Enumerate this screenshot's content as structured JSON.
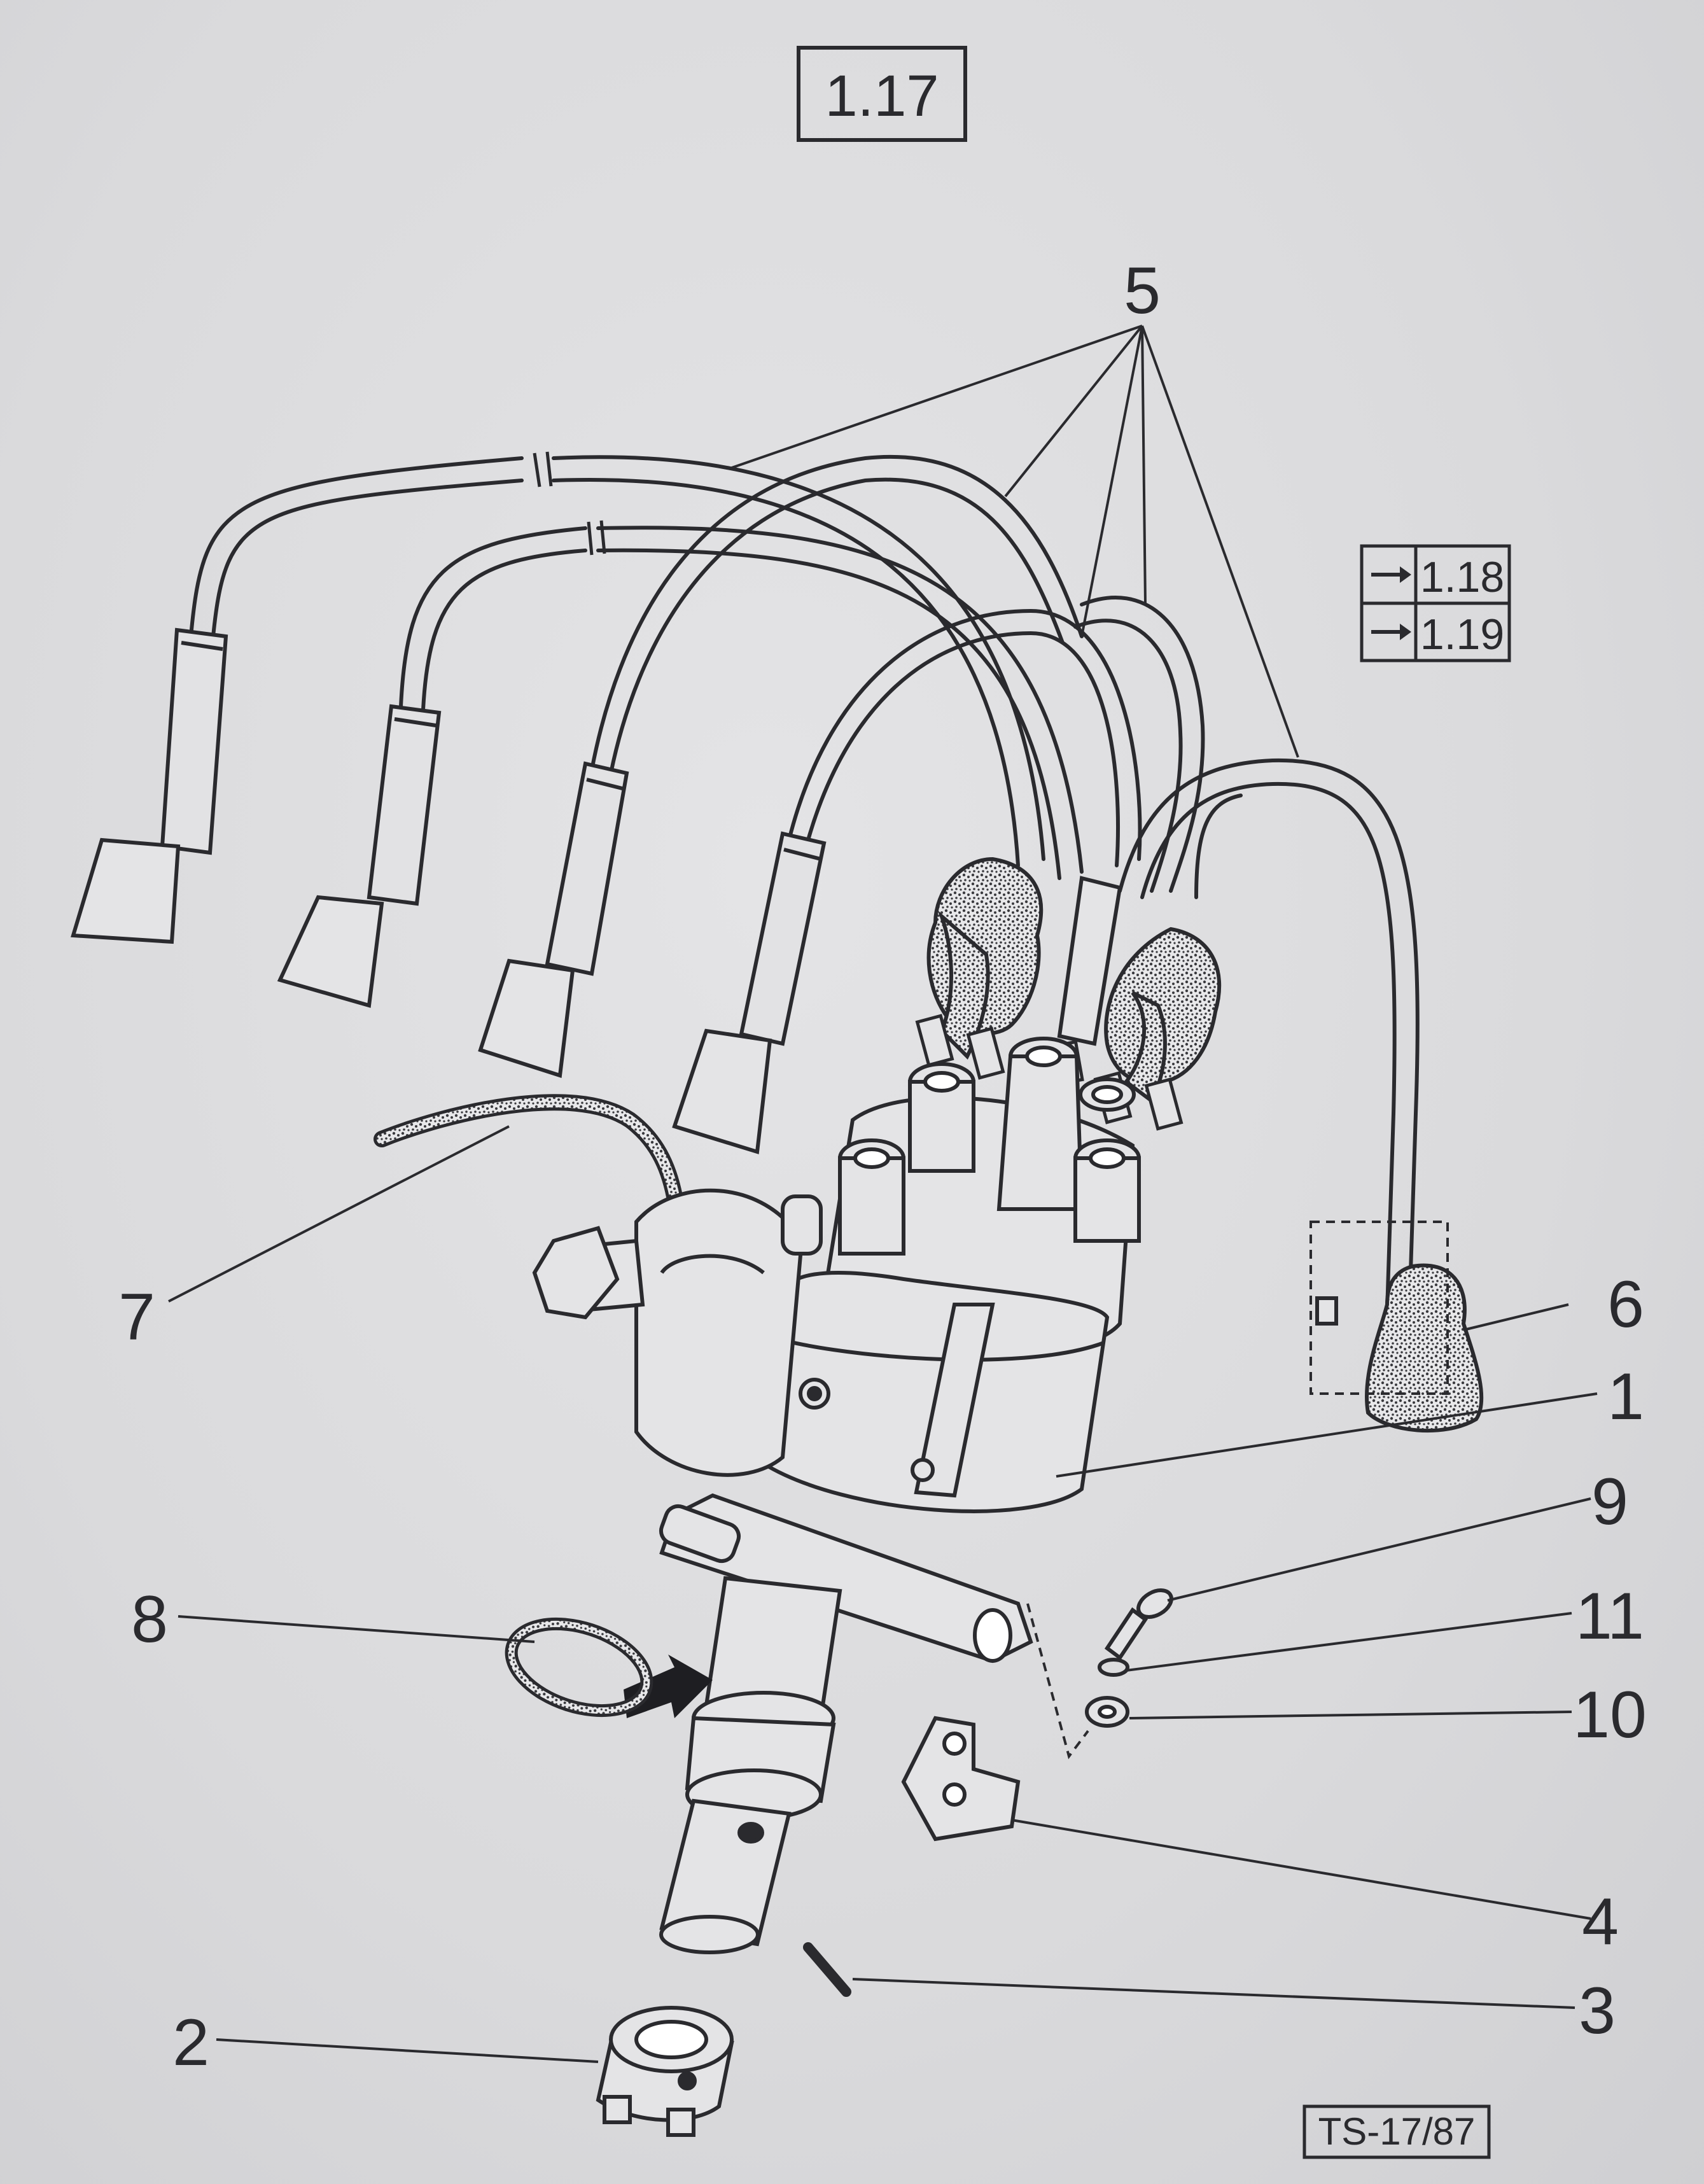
{
  "page": {
    "sheet_number": "1.17",
    "drawing_code": "TS-17/87",
    "cross_references": [
      "1.18",
      "1.19"
    ]
  },
  "callouts": [
    "5",
    "6",
    "1",
    "7",
    "9",
    "11",
    "8",
    "10",
    "4",
    "3",
    "2"
  ],
  "colors": {
    "ink": "#2a2a2e",
    "paper": "#dcdcde",
    "stipple": "#3a3a3e"
  },
  "icons": {
    "reference_arrow": "arrow-right-icon",
    "assembly_arrow": "direction-arrow-icon"
  }
}
